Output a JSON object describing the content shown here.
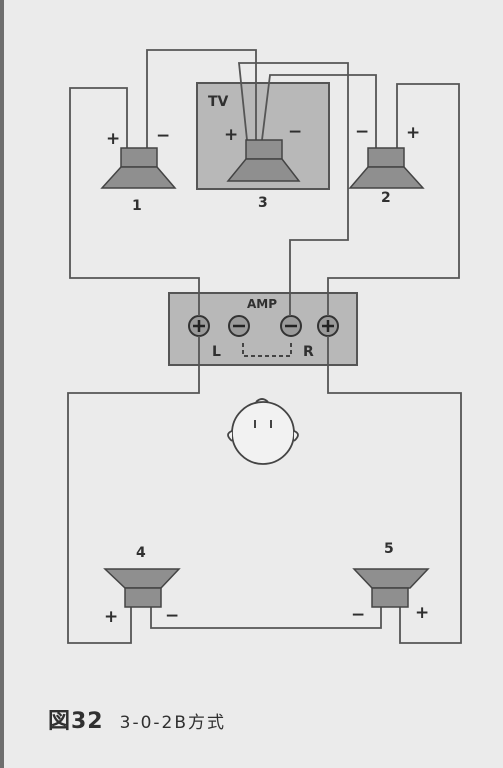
{
  "colors": {
    "paper": "#ebebeb",
    "wire": "#555555",
    "box_fill": "#b8b8b8",
    "speaker_fill": "#8f8f8f",
    "ink": "#303030"
  },
  "tv": {
    "label": "TV",
    "plus": "+",
    "minus": "−"
  },
  "amp": {
    "label": "AMP",
    "left": "L",
    "right": "R"
  },
  "speakers": [
    {
      "num": "1",
      "plus": "+",
      "minus": "−"
    },
    {
      "num": "2",
      "plus": "+",
      "minus": "−"
    },
    {
      "num": "3",
      "plus": "+",
      "minus": "−"
    },
    {
      "num": "4",
      "plus": "+",
      "minus": "−"
    },
    {
      "num": "5",
      "plus": "+",
      "minus": "−"
    }
  ],
  "caption": {
    "figure": "図32",
    "title": "3-0-2B方式"
  }
}
